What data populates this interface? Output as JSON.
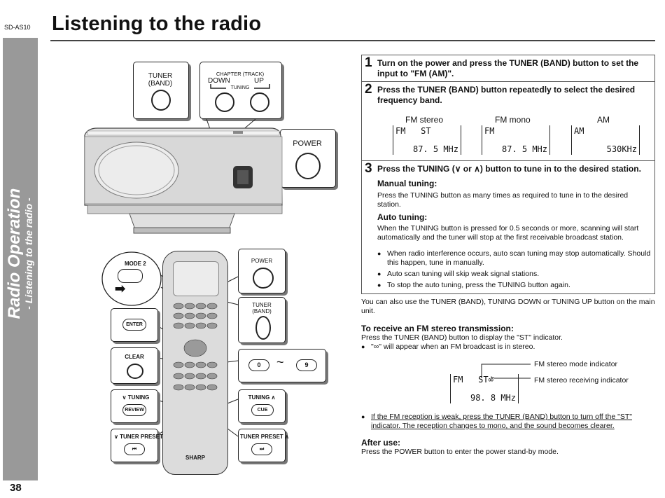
{
  "header": {
    "model": "SD-AS10",
    "title": "Listening to the radio"
  },
  "sidebar": {
    "section": "Radio Operation",
    "subsection": "- Listening to the radio -"
  },
  "page_number": "38",
  "unit_labels": {
    "tuner": [
      "TUNER",
      "(BAND)"
    ],
    "chapter": "CHAPTER (TRACK)",
    "down": "DOWN",
    "up": "UP",
    "tuning": "TUNING",
    "power": "POWER"
  },
  "remote_labels": {
    "mode2": "MODE 2",
    "power": "POWER",
    "tuner": [
      "TUNER",
      "(BAND)"
    ],
    "enter": "ENTER",
    "clear": "CLEAR",
    "tuning_down": "TUNING",
    "review": "REVIEW",
    "tuning_up": "TUNING",
    "cue": "CUE",
    "zero": "0",
    "tilde": "~",
    "nine": "9",
    "tuner_preset_down": "TUNER PRESET",
    "tuner_preset_up": "TUNER PRESET",
    "brand": "SHARP"
  },
  "steps": [
    {
      "num": "1",
      "text": "Turn on the power and press the TUNER (BAND) button to set the input to \"FM (AM)\"."
    },
    {
      "num": "2",
      "text": "Press the TUNER (BAND) button repeatedly to select the desired frequency band."
    },
    {
      "num": "3",
      "text": "Press the TUNING (∨ or ∧) button to tune in to the desired station."
    }
  ],
  "bands": [
    {
      "label": "FM stereo",
      "line1": "FM   ST",
      "line2": "87. 5 MHz"
    },
    {
      "label": "FM  mono",
      "line1": "FM",
      "line2": "87. 5 MHz"
    },
    {
      "label": "AM",
      "line1": "AM",
      "line2": "530KHz"
    }
  ],
  "manual": {
    "heading": "Manual tuning:",
    "text": "Press the TUNING button as many times as required to tune in to the desired station."
  },
  "auto": {
    "heading": "Auto tuning:",
    "text": "When the TUNING button is pressed for 0.5 seconds or more, scanning will start automatically and the tuner will stop at the first receivable broadcast station.",
    "bullets": [
      "When radio interference occurs, auto scan tuning may stop automatically. Should this happen, tune in manually.",
      "Auto scan tuning will skip weak signal stations.",
      "To stop the auto tuning, press the TUNING button again."
    ]
  },
  "also_text": "You can also use the TUNER (BAND), TUNING DOWN or TUNING UP button on the main unit.",
  "stereo": {
    "heading": "To receive an FM stereo transmission:",
    "line": "Press the TUNER (BAND) button to display the \"ST\" indicator.",
    "bullet": "\"∞\" will appear when an FM broadcast is in stereo.",
    "lcd_line1": "FM   ST∞",
    "lcd_line2": "98. 8 MHz",
    "mode_indicator": "FM stereo mode indicator",
    "receiving_indicator": "FM stereo receiving indicator",
    "weak_bullet": "If the FM reception is weak, press the TUNER (BAND) button to turn off the \"ST\" indicator. The reception changes to mono, and the sound becomes clearer."
  },
  "after": {
    "heading": "After use:",
    "text": "Press the POWER button to enter the power stand-by mode."
  }
}
